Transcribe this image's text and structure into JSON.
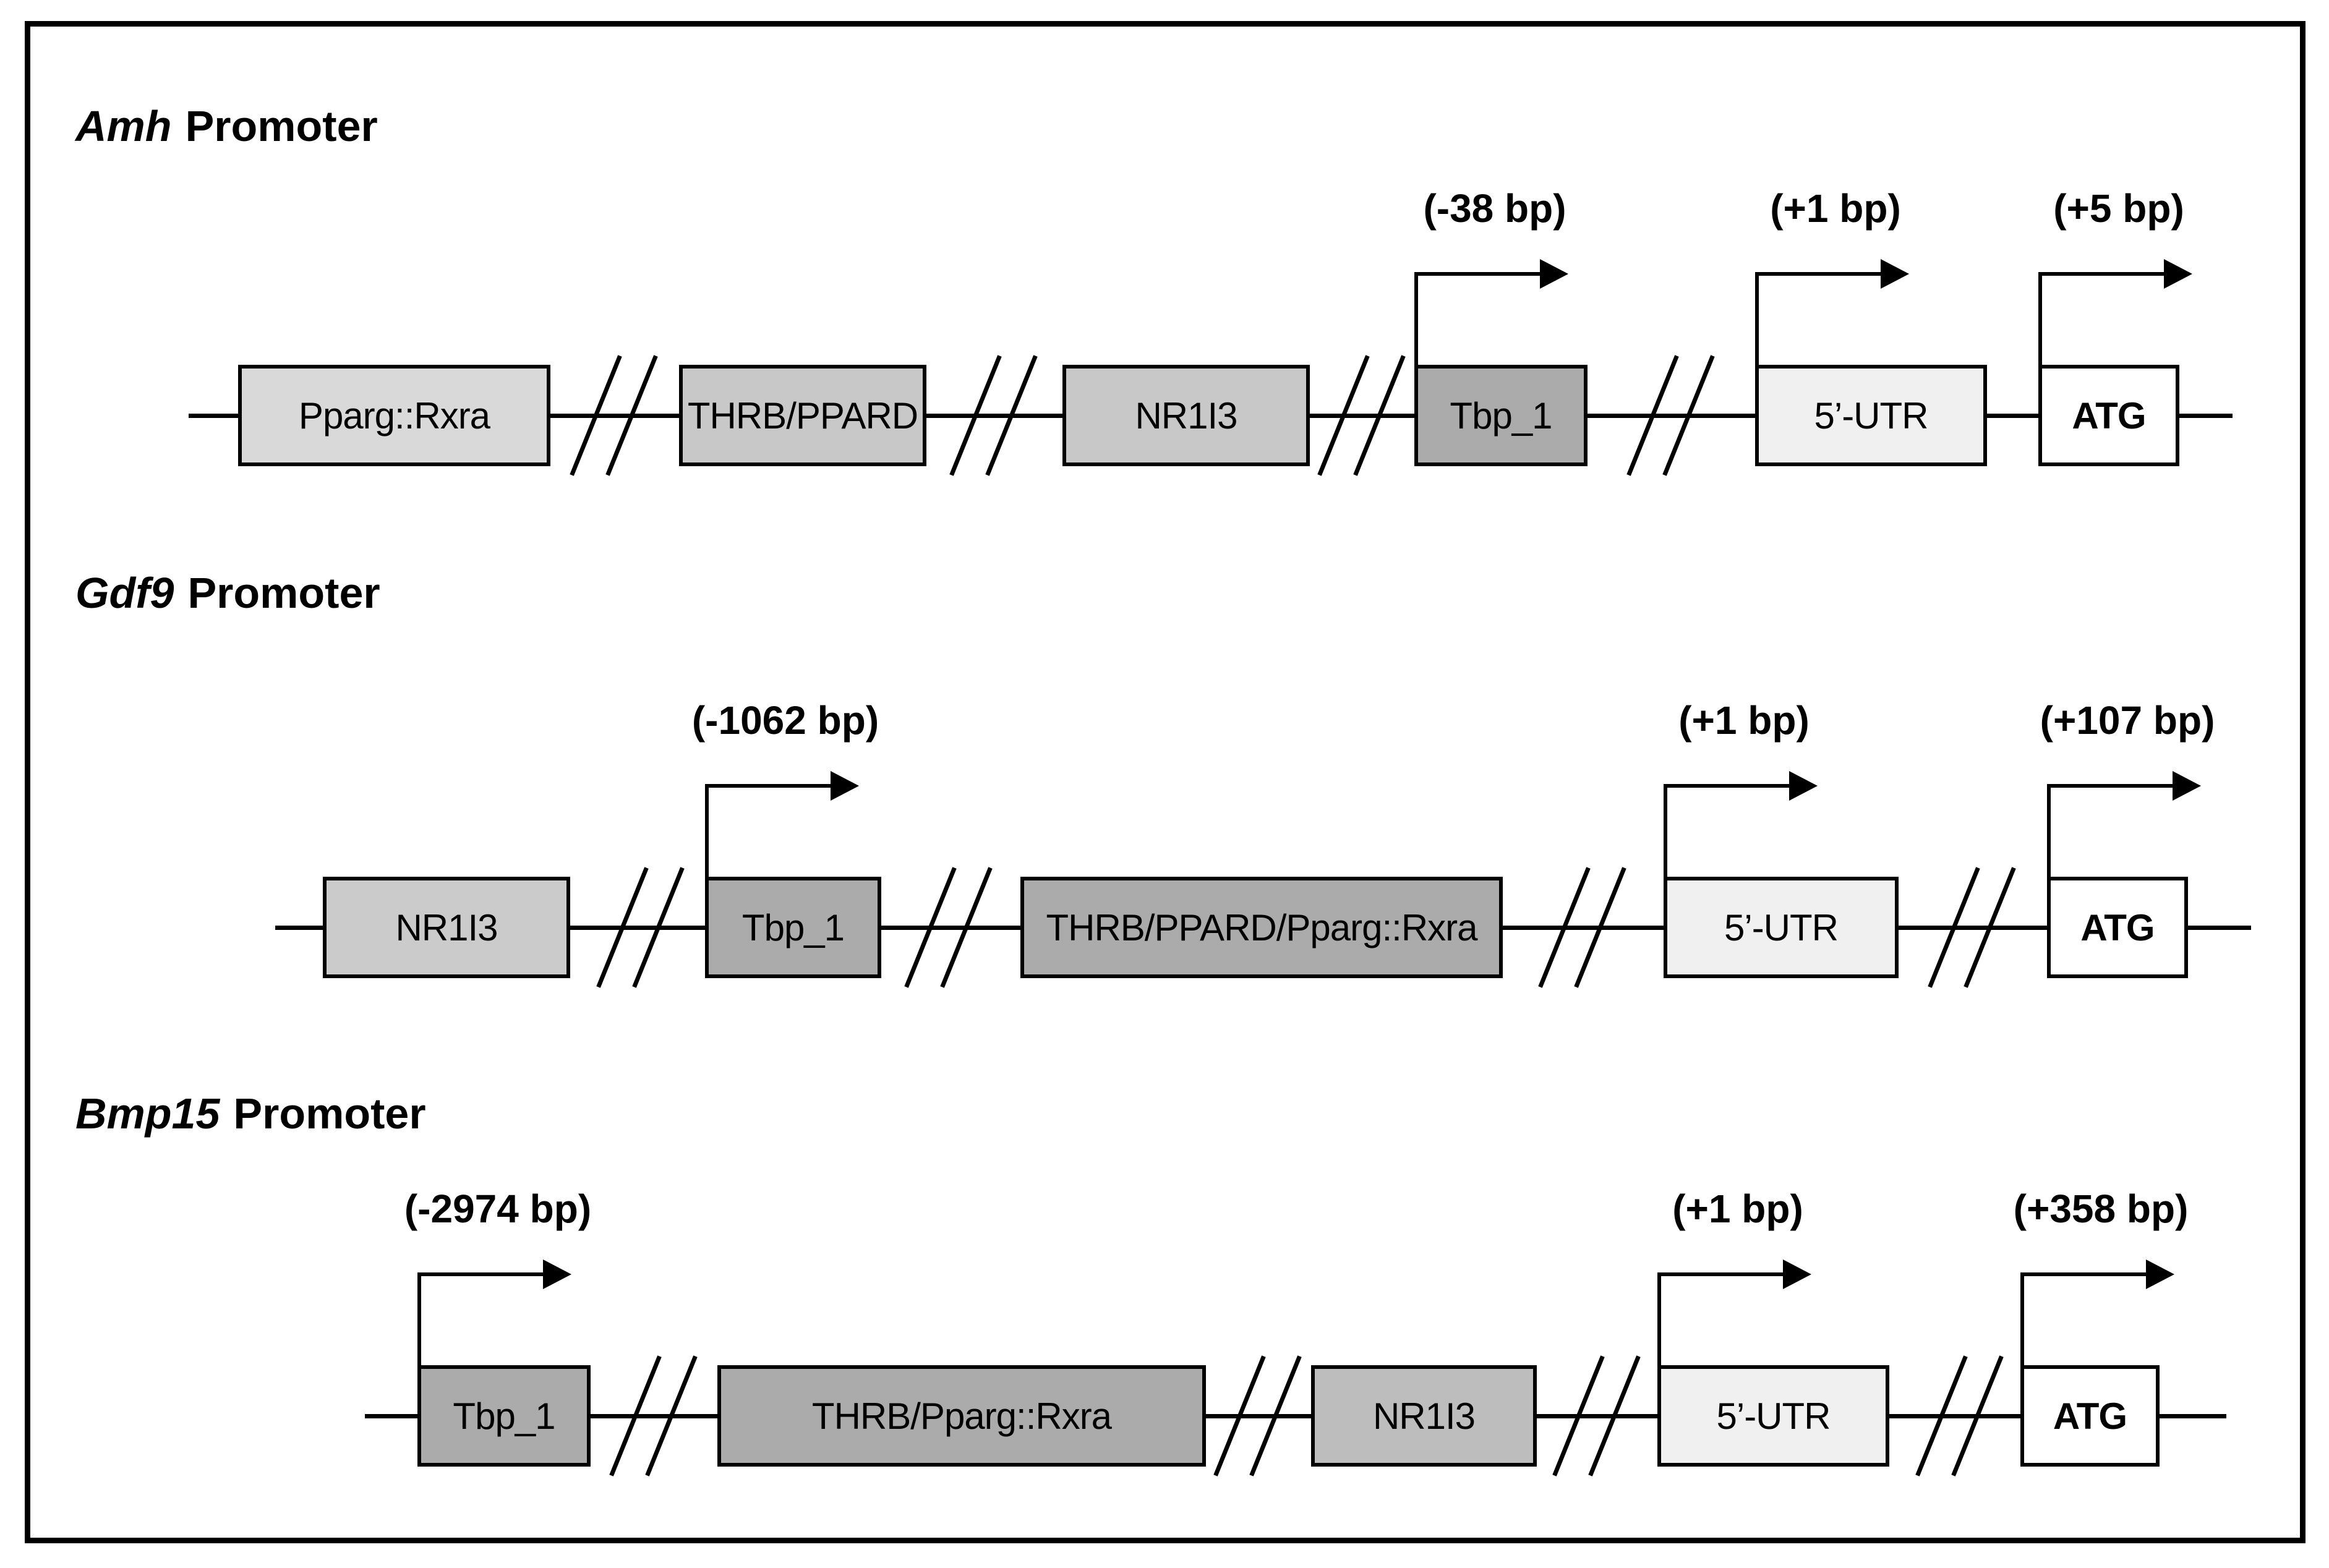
{
  "palette": {
    "stroke": "#000000",
    "background": "#ffffff"
  },
  "rows": [
    {
      "gene": "Amh",
      "label": "Promoter",
      "boxes": [
        {
          "name": "Pparg::Rxra",
          "fill": "#d9d9d9"
        },
        {
          "name": "THRB/PPARD",
          "fill": "#c8c8c8"
        },
        {
          "name": "NR1I3",
          "fill": "#c8c8c8"
        },
        {
          "name": "Tbp_1",
          "fill": "#ababab",
          "tss": "(-38 bp)"
        },
        {
          "name": "5’-UTR",
          "fill": "#f0f0f0",
          "tss": "(+1 bp)"
        },
        {
          "name": "ATG",
          "fill": "#ffffff",
          "tss": "(+5 bp)"
        }
      ]
    },
    {
      "gene": "Gdf9",
      "label": "Promoter",
      "boxes": [
        {
          "name": "NR1I3",
          "fill": "#cbcbcb"
        },
        {
          "name": "Tbp_1",
          "fill": "#ababab",
          "tss": "(-1062 bp)"
        },
        {
          "name": "THRB/PPARD/Pparg::Rxra",
          "fill": "#ababab"
        },
        {
          "name": "5’-UTR",
          "fill": "#f0f0f0",
          "tss": "(+1 bp)"
        },
        {
          "name": "ATG",
          "fill": "#ffffff",
          "tss": "(+107 bp)"
        }
      ]
    },
    {
      "gene": "Bmp15",
      "label": "Promoter",
      "boxes": [
        {
          "name": "Tbp_1",
          "fill": "#ababab",
          "tss": "(-2974 bp)"
        },
        {
          "name": "THRB/Pparg::Rxra",
          "fill": "#ababab"
        },
        {
          "name": "NR1I3",
          "fill": "#bdbdbd"
        },
        {
          "name": "5’-UTR",
          "fill": "#f0f0f0",
          "tss": "(+1 bp)"
        },
        {
          "name": "ATG",
          "fill": "#ffffff",
          "tss": "(+358 bp)"
        }
      ]
    }
  ]
}
